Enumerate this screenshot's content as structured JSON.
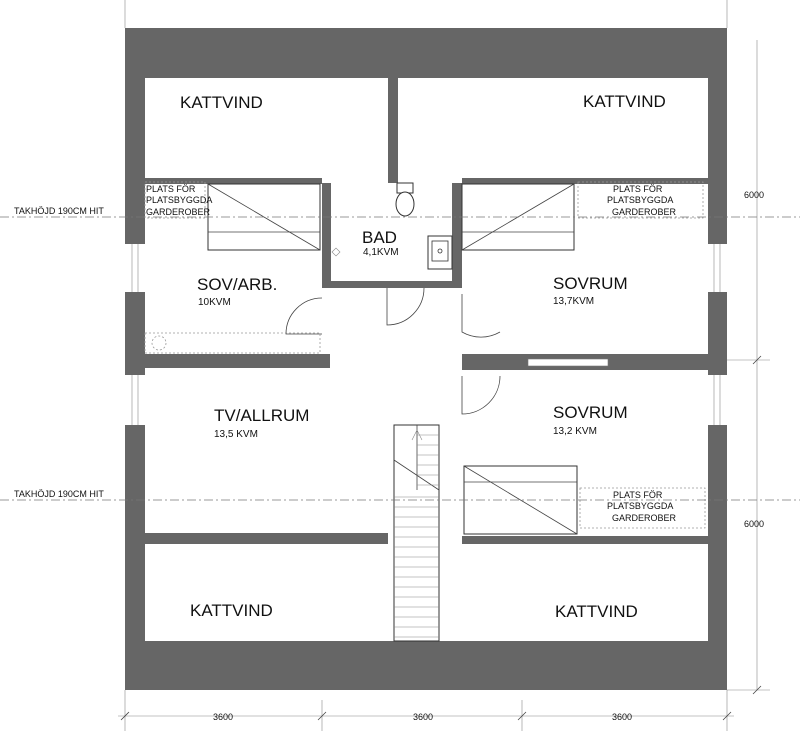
{
  "rooms": {
    "kattvind_nw": "KATTVIND",
    "kattvind_ne": "KATTVIND",
    "kattvind_sw": "KATTVIND",
    "kattvind_se": "KATTVIND",
    "bad": {
      "name": "BAD",
      "area": "4,1KVM"
    },
    "sov_arb": {
      "name": "SOV/ARB.",
      "area": "10KVM"
    },
    "sovrum_ne": {
      "name": "SOVRUM",
      "area": "13,7KVM"
    },
    "tv_allrum": {
      "name": "TV/ALLRUM",
      "area": "13,5 KVM"
    },
    "sovrum_se": {
      "name": "SOVRUM",
      "area": "13,2 KVM"
    }
  },
  "wardrobe_notes": {
    "nw": [
      "PLATS FÖR",
      "PLATSBYGGDA",
      "GARDEROBER"
    ],
    "ne": [
      "PLATS FÖR",
      "PLATSBYGGDA",
      "GARDEROBER"
    ],
    "se": [
      "PLATS FÖR",
      "PLATSBYGGDA",
      "GARDEROBER"
    ]
  },
  "ceiling_height_lines": [
    "TAKHÖJD 190CM HIT",
    "TAKHÖJD 190CM HIT"
  ],
  "dimensions": {
    "width_segments": [
      "3600",
      "3600",
      "3600"
    ],
    "depth_segments": [
      "6000",
      "6000"
    ]
  }
}
